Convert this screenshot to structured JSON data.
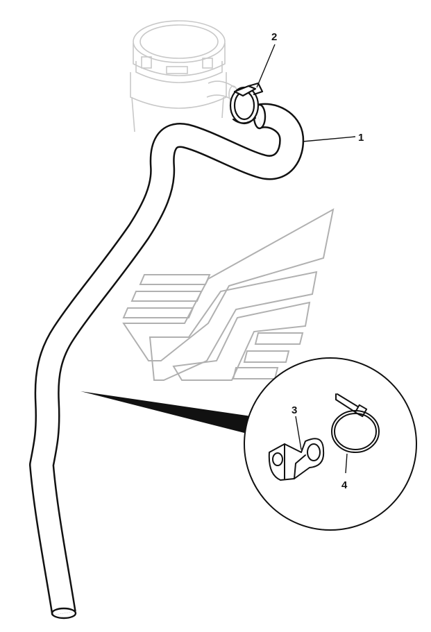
{
  "callouts": [
    {
      "id": "1",
      "label": "1"
    },
    {
      "id": "2",
      "label": "2"
    },
    {
      "id": "3",
      "label": "3"
    },
    {
      "id": "4",
      "label": "4"
    }
  ],
  "colors": {
    "ink": "#111111",
    "ghost_outline": "#c8c8c8",
    "watermark": "#b0b0b0",
    "background": "#ffffff"
  }
}
